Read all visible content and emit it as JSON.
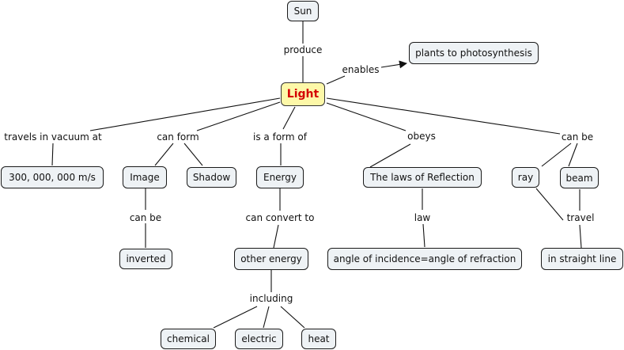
{
  "concept_map": {
    "root": "Light",
    "concepts": {
      "sun": "Sun",
      "light": "Light",
      "plants": "plants to photosynthesis",
      "speed": "300, 000, 000 m/s",
      "image": "Image",
      "shadow": "Shadow",
      "energy": "Energy",
      "laws": "The laws of Reflection",
      "ray": "ray",
      "beam": "beam",
      "inverted": "inverted",
      "other_energy": "other energy",
      "angle": "angle of incidence=angle of refraction",
      "straight": "in straight line",
      "chemical": "chemical",
      "electric": "electric",
      "heat": "heat"
    },
    "linking_phrases": {
      "produce": "produce",
      "enables": "enables",
      "travels": "travels in vacuum at",
      "can_form": "can form",
      "form_of": "is a form of",
      "obeys": "obeys",
      "can_be_top": "can be",
      "can_be_image": "can be",
      "convert": "can convert to",
      "law": "law",
      "travel": "travel",
      "including": "including"
    },
    "propositions": [
      [
        "Sun",
        "produce",
        "Light"
      ],
      [
        "Light",
        "enables",
        "plants to photosynthesis"
      ],
      [
        "Light",
        "travels in vacuum at",
        "300, 000, 000 m/s"
      ],
      [
        "Light",
        "can form",
        "Image"
      ],
      [
        "Light",
        "can form",
        "Shadow"
      ],
      [
        "Light",
        "is a form of",
        "Energy"
      ],
      [
        "Light",
        "obeys",
        "The laws of Reflection"
      ],
      [
        "Light",
        "can be",
        "ray"
      ],
      [
        "Light",
        "can be",
        "beam"
      ],
      [
        "Image",
        "can be",
        "inverted"
      ],
      [
        "Energy",
        "can convert to",
        "other energy"
      ],
      [
        "The laws of Reflection",
        "law",
        "angle of incidence=angle of refraction"
      ],
      [
        "ray",
        "travel",
        "in straight line"
      ],
      [
        "beam",
        "travel",
        "in straight line"
      ],
      [
        "other energy",
        "including",
        "chemical"
      ],
      [
        "other energy",
        "including",
        "electric"
      ],
      [
        "other energy",
        "including",
        "heat"
      ]
    ],
    "colors": {
      "root_fill": "#fdf8a8",
      "root_text": "#d40000",
      "node_fill": "#eef2f5",
      "line": "#111111"
    }
  }
}
